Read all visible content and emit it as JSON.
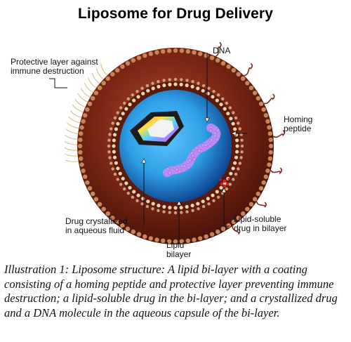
{
  "title": "Liposome for Drug Delivery",
  "labels": {
    "protective_layer": "Protective layer against\nimmune destruction",
    "dna": "DNA",
    "homing_peptide": "Homing\npeptide",
    "drug_crystallized": "Drug crystallized\nin aqueous fluid",
    "lipid_soluble_drug": "Lipid-soluble\ndrug in bilayer",
    "lipid_bilayer": "Lipid\nbilayer"
  },
  "caption": "Illustration 1: Liposome structure: A lipid bi-layer with a coating consisting of a homing peptide and protective layer preventing immune destruction; a lipid-soluble drug in the bi-layer; and a crystallized drug and a DNA molecule in the aqueous capsule of the bi-layer.",
  "colors": {
    "outer_shell": "#6b1f12",
    "shell_highlight": "#a23a1e",
    "head_beads": "#e8c9a0",
    "aqueous_core": "#2f9fe6",
    "core_dark": "#0b3f8a",
    "dna": "#b98cf0",
    "lipid_drug": "#d8201a",
    "crystal_dark": "#222222"
  }
}
